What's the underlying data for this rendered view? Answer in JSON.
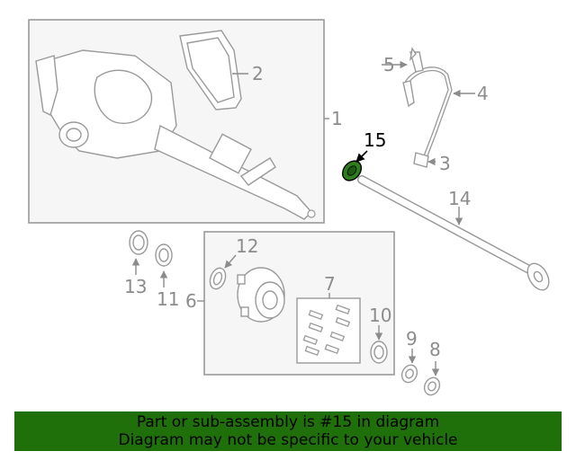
{
  "callouts": {
    "c1": "1",
    "c2": "2",
    "c3": "3",
    "c4": "4",
    "c5": "5",
    "c6": "6",
    "c7": "7",
    "c8": "8",
    "c9": "9",
    "c10": "10",
    "c11": "11",
    "c12": "12",
    "c13": "13",
    "c14": "14",
    "c15": "15"
  },
  "highlight": {
    "part": "15",
    "color": "#2e7d1e"
  },
  "colors": {
    "banner": "#1f6f0a",
    "panel": "#f6f6f6",
    "line": "#9a9a9a"
  },
  "banner": {
    "line1": "Part or sub-assembly is #15 in diagram",
    "line2": "Diagram may not be specific to your vehicle"
  }
}
